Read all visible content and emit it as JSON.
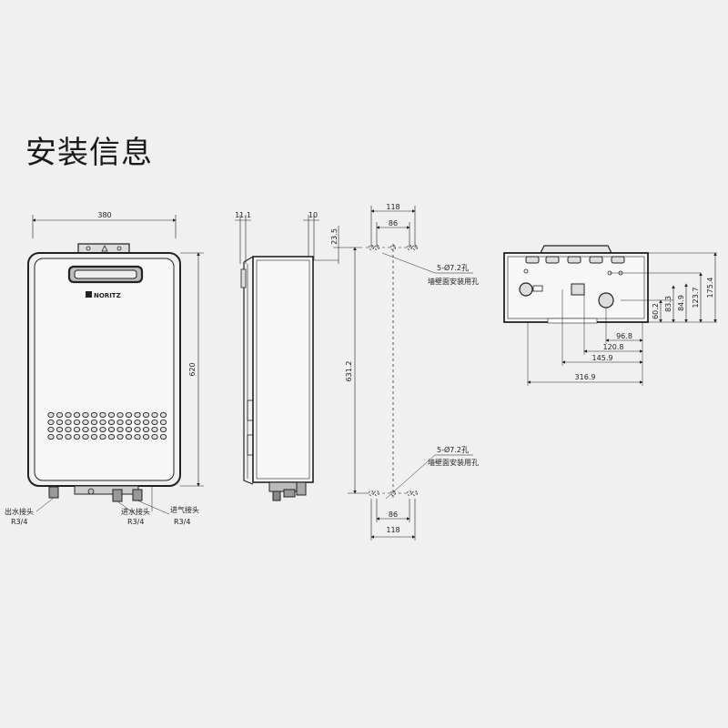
{
  "title": "安装信息",
  "brand": "NORITZ",
  "front_view": {
    "width": "380",
    "height": "620",
    "outlet_label": "出水接头",
    "outlet_size": "R3/4",
    "inlet_label": "进水接头",
    "inlet_size": "R3/4",
    "gas_label": "进气接头",
    "gas_size": "R3/4"
  },
  "side_view": {
    "dim_left": "11.1",
    "dim_right": "10"
  },
  "mount_view": {
    "top_outer": "118",
    "top_inner": "86",
    "top_offset": "23.5",
    "height": "631.2",
    "top_hole_spec": "5-Ø7.2孔",
    "top_hole_note": "墙壁面安装用孔",
    "bottom_hole_spec": "5-Ø7.2孔",
    "bottom_hole_note": "墙壁面安装用孔",
    "bottom_inner": "86",
    "bottom_outer": "118"
  },
  "bottom_view": {
    "h_dims": [
      "96.8",
      "120.8",
      "145.9",
      "316.9"
    ],
    "v_dims": [
      "60.2",
      "83.3",
      "84.9",
      "123.7",
      "175.4"
    ]
  }
}
